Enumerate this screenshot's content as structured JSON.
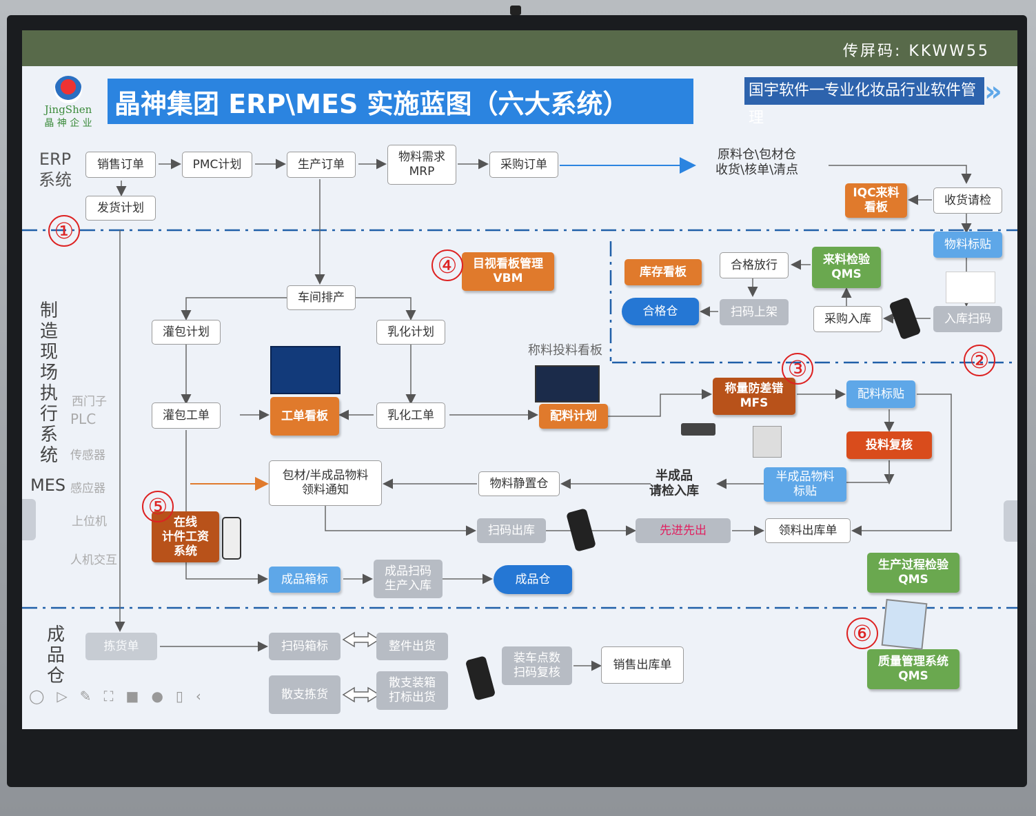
{
  "screen_code": "传屏码: KKWW55",
  "header": {
    "title": "晶神集团 ERP\\MES 实施蓝图（六大系统）",
    "logo_name": "JingShen",
    "logo_sub": "晶 神 企 业",
    "banner_right": "国宇软件一专业化妆品行业软件管理"
  },
  "sections": {
    "erp": "ERP\n系统",
    "mes": "制造现场执行系统",
    "mes_abbr": "MES",
    "fg": "成品仓"
  },
  "side_labels": [
    "西门子",
    "PLC",
    "传感器",
    "感应器",
    "上位机",
    "人机交互"
  ],
  "markers": [
    "①",
    "②",
    "③",
    "④",
    "⑤",
    "⑥"
  ],
  "nodes": {
    "sales_order": "销售订单",
    "pmc": "PMC计划",
    "prod_order": "生产订单",
    "mrp": "物料需求\nMRP",
    "purchase": "采购订单",
    "raw_wh": "原料仓\\包材仓\n收货\\核单\\清点",
    "ship_plan": "发货计划",
    "iqc": "IQC来料\n看板",
    "receipt_check": "收货请检",
    "mat_label": "物料标贴",
    "incoming_qms": "来料检验\nQMS",
    "release": "合格放行",
    "inv_board": "库存看板",
    "qualified_wh": "合格仓",
    "scan_shelf": "扫码上架",
    "purchase_in": "采购入库",
    "in_scan": "入库扫码",
    "vbm": "目视看板管理\nVBM",
    "workshop": "车间排产",
    "fill_plan": "灌包计划",
    "emul_plan": "乳化计划",
    "weigh_board": "称料投料看板",
    "fill_order": "灌包工单",
    "wo_board": "工单看板",
    "emul_order": "乳化工单",
    "batch_plan": "配料计划",
    "mfs": "称量防差错\nMFS",
    "batch_label": "配料标贴",
    "feed_check": "投料复核",
    "semi_label": "半成品物料\n标贴",
    "semi_in": "半成品\n请检入库",
    "mat_standing": "物料静置仓",
    "issue_notice": "包材/半成品物料\n领料通知",
    "scan_out": "扫码出库",
    "fifo": "先进先出",
    "issue_slip": "领料出库单",
    "piece_wage": "在线\n计件工资\n系统",
    "fg_label": "成品箱标",
    "fg_scan_in": "成品扫码\n生产入库",
    "fg_wh": "成品仓",
    "process_qms": "生产过程检验\nQMS",
    "qms": "质量管理系统\nQMS",
    "picking": "拣货单",
    "scan_box": "扫码箱标",
    "whole_ship": "整件出货",
    "loose_pick": "散支拣货",
    "loose_pack": "散支装箱\n打标出货",
    "load_check": "装车点数\n扫码复核",
    "sales_out": "销售出库单"
  },
  "colors": {
    "orange": "#e07a2c",
    "blue": "#5ea7e8",
    "green": "#6aa84f",
    "title_blue": "#2b84e0",
    "marker_red": "#dd2222",
    "divider_blue": "#1f5fa8"
  }
}
